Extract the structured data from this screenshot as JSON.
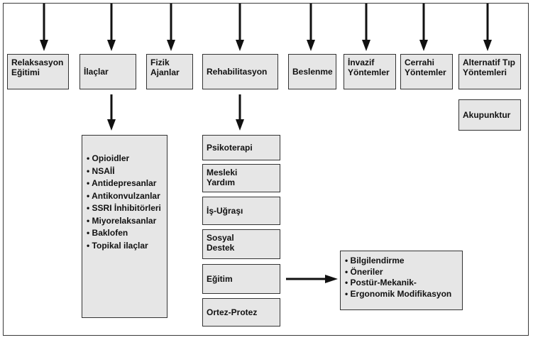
{
  "top_categories": [
    {
      "lines": [
        "Relaksasyon",
        "Eğitimi"
      ]
    },
    {
      "lines": [
        "İlaçlar"
      ]
    },
    {
      "lines": [
        "Fizik",
        "Ajanlar"
      ]
    },
    {
      "lines": [
        "Rehabilitasyon"
      ]
    },
    {
      "lines": [
        "Beslenme"
      ]
    },
    {
      "lines": [
        "İnvazif",
        "Yöntemler"
      ]
    },
    {
      "lines": [
        "Cerrahi",
        "Yöntemler"
      ]
    },
    {
      "lines": [
        "Alternatif Tıp",
        "Yöntemleri"
      ]
    }
  ],
  "medications": [
    "Opioidler",
    "NSAİİ",
    "Antidepresanlar",
    "Antikonvulzanlar",
    "SSRI İnhibitörleri",
    "Miyorelaksanlar",
    "Baklofen",
    "Topikal ilaçlar"
  ],
  "rehabilitation": [
    {
      "lines": [
        "Psikoterapi"
      ]
    },
    {
      "lines": [
        "Mesleki",
        "Yardım"
      ]
    },
    {
      "lines": [
        "İş-Uğraşı"
      ]
    },
    {
      "lines": [
        "Sosyal",
        "Destek"
      ]
    },
    {
      "lines": [
        "Eğitim"
      ]
    },
    {
      "lines": [
        "Ortez-Protez"
      ]
    }
  ],
  "education_items": [
    "Bilgilendirme",
    "Öneriler",
    "Postür-Mekanik-",
    "Ergonomik Modifikasyon"
  ],
  "alternative": {
    "label": "Akupunktur"
  },
  "colors": {
    "box_fill": "#e6e6e6",
    "border": "#333333",
    "arrow": "#111111"
  }
}
